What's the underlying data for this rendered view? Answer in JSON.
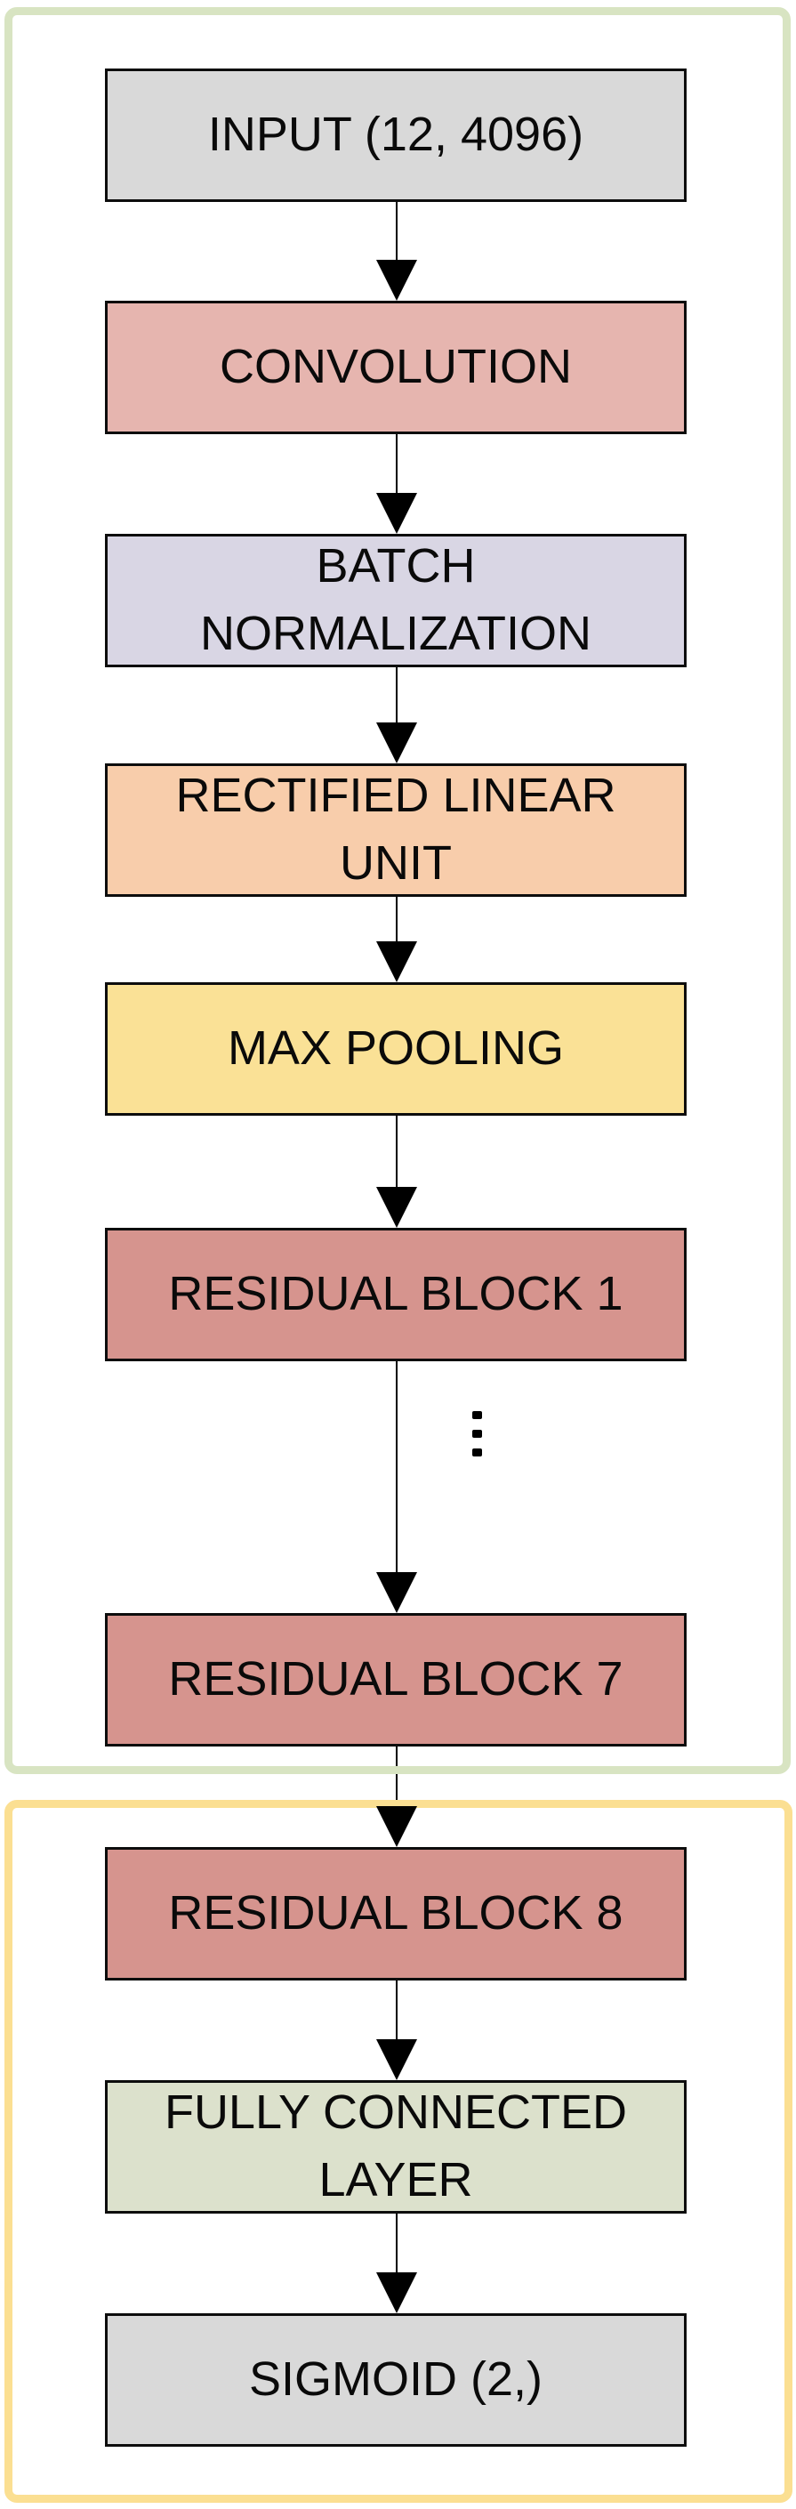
{
  "diagram": {
    "type": "flowchart",
    "description_nodes_order_top_to_bottom": true,
    "nodes": [
      {
        "id": "input",
        "label": "INPUT (12, 4096)",
        "fill": "#d9d9d9"
      },
      {
        "id": "convolution",
        "label": "CONVOLUTION",
        "fill": "#e6b5af"
      },
      {
        "id": "batch-normalization",
        "label": "BATCH\nNORMALIZATION",
        "fill": "#d9d6e4"
      },
      {
        "id": "rectified-linear-unit",
        "label": "RECTIFIED LINEAR\nUNIT",
        "fill": "#f8cdab"
      },
      {
        "id": "max-pooling",
        "label": "MAX POOLING",
        "fill": "#fae196"
      },
      {
        "id": "residual-block-1",
        "label": "RESIDUAL BLOCK 1",
        "fill": "#d6948e"
      },
      {
        "id": "residual-block-7",
        "label": "RESIDUAL BLOCK 7",
        "fill": "#d6948e"
      },
      {
        "id": "residual-block-8",
        "label": "RESIDUAL BLOCK 8",
        "fill": "#d6948e"
      },
      {
        "id": "fully-connected-layer",
        "label": "FULLY CONNECTED\nLAYER",
        "fill": "#dce1cc"
      },
      {
        "id": "sigmoid",
        "label": "SIGMOID (2,)",
        "fill": "#d9d9d9"
      }
    ],
    "groups": [
      {
        "id": "group-top",
        "contains": [
          "input",
          "convolution",
          "batch-normalization",
          "rectified-linear-unit",
          "max-pooling",
          "residual-block-1",
          "residual-block-7"
        ],
        "border_color": "#d8e4c2"
      },
      {
        "id": "group-bottom",
        "contains": [
          "residual-block-8",
          "fully-connected-layer",
          "sigmoid"
        ],
        "border_color": "#fbdf92"
      }
    ],
    "edges": [
      {
        "from": "input",
        "to": "convolution"
      },
      {
        "from": "convolution",
        "to": "batch-normalization"
      },
      {
        "from": "batch-normalization",
        "to": "rectified-linear-unit"
      },
      {
        "from": "rectified-linear-unit",
        "to": "max-pooling"
      },
      {
        "from": "max-pooling",
        "to": "residual-block-1"
      },
      {
        "from": "residual-block-1",
        "to": "residual-block-7",
        "ellipsis": true
      },
      {
        "from": "residual-block-7",
        "to": "residual-block-8"
      },
      {
        "from": "residual-block-8",
        "to": "fully-connected-layer"
      },
      {
        "from": "fully-connected-layer",
        "to": "sigmoid"
      }
    ],
    "ellipsis_symbol": "⋮",
    "box_border_color": "#0d0d0d",
    "arrow_color": "#000000",
    "background_color": "#ffffff"
  }
}
